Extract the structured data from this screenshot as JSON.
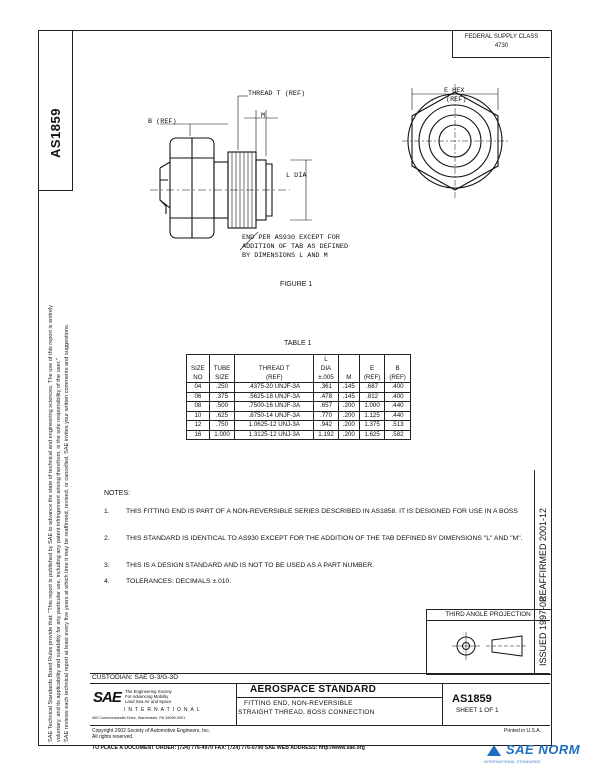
{
  "document": {
    "number": "AS1859",
    "federal_supply_class_label": "FEDERAL SUPPLY CLASS",
    "federal_supply_class_value": "4730",
    "issued": "ISSUED 1997-02",
    "reaffirmed": "REAFFIRMED 2001-12"
  },
  "disclaimer": {
    "line1": "SAE Technical Standards Board Rules provide that: \"This report is published by SAE to advance the state of technical and engineering sciences. The use of this report is entirely",
    "line2": "voluntary, and its applicability and suitability for any particular use, including any patent infringement arising therefrom, is the sole responsibility of the user.\"",
    "line3": "SAE reviews each technical report at least every five years at which time it may be reaffirmed, revised, or cancelled. SAE invites your written comments and suggestions."
  },
  "figure": {
    "label": "FIGURE 1",
    "thread_t_ref": "THREAD T (REF)",
    "b_ref": "B (REF)",
    "m": "M",
    "l_dia": "L DIA",
    "end_note_1": "END PER AS930 EXCEPT FOR",
    "end_note_2": "ADDITION OF TAB AS DEFINED",
    "end_note_3": "BY DIMENSIONS L AND M",
    "e_hex_1": "E HEX",
    "e_hex_2": "(REF)"
  },
  "table": {
    "title": "TABLE 1",
    "headers": {
      "size": [
        "SIZE",
        "NO"
      ],
      "tube": [
        "TUBE",
        "SIZE"
      ],
      "thread": [
        "THREAD T",
        "(REF)"
      ],
      "l": [
        "L",
        "DIA",
        "±.005"
      ],
      "m": [
        "M"
      ],
      "e": [
        "E",
        "(REF)"
      ],
      "b": [
        "B",
        "(REF)"
      ]
    },
    "rows": [
      {
        "size": "04",
        "tube": ".250",
        "thread": ".4375-20 UNJF-3A",
        "l": ".361",
        "m": ".145",
        "e": ".687",
        "b": ".400"
      },
      {
        "size": "06",
        "tube": ".375",
        "thread": ".5625-18 UNJF-3A",
        "l": ".478",
        "m": ".145",
        "e": ".812",
        "b": ".400"
      },
      {
        "size": "08",
        "tube": ".500",
        "thread": ".7500-16 UNJF-3A",
        "l": ".657",
        "m": ".200",
        "e": "1.000",
        "b": ".440"
      },
      {
        "size": "10",
        "tube": ".625",
        "thread": ".8750-14 UNJF-3A",
        "l": ".770",
        "m": ".200",
        "e": "1.125",
        "b": ".440"
      },
      {
        "size": "12",
        "tube": ".750",
        "thread": "1.0625-12 UNJ-3A",
        "l": ".942",
        "m": ".200",
        "e": "1.375",
        "b": ".513"
      },
      {
        "size": "16",
        "tube": "1.000",
        "thread": "1.3125-12 UNJ-3A",
        "l": "1.192",
        "m": ".200",
        "e": "1.625",
        "b": ".582"
      }
    ]
  },
  "notes": {
    "heading": "NOTES:",
    "items": [
      {
        "num": "1.",
        "text": "THIS FITTING END IS PART OF A NON-REVERSIBLE SERIES DESCRIBED IN AS1858.  IT IS DESIGNED FOR USE IN A BOSS"
      },
      {
        "num": "2.",
        "text": "THIS STANDARD IS IDENTICAL TO AS930 EXCEPT FOR THE ADDITION OF THE TAB DEFINED BY DIMENSIONS \"L\" AND \"M\"."
      },
      {
        "num": "3.",
        "text": "THIS IS A DESIGN STANDARD AND IS NOT TO BE USED AS A PART NUMBER."
      },
      {
        "num": "4.",
        "text": "TOLERANCES:  DECIMALS ±.010."
      }
    ]
  },
  "projection": {
    "title": "THIRD ANGLE  PROJECTION"
  },
  "title_block": {
    "custodian": "CUSTODIAN:  SAE G-3/G-3D",
    "category": "AEROSPACE STANDARD",
    "title_line1": "FITTING END, NON-REVERSIBLE",
    "title_line2": "STRAIGHT THREAD, BOSS CONNECTION",
    "doc_number": "AS1859",
    "sheet": "SHEET 1 OF 1",
    "sae_logo": "SAE",
    "sae_tagline_1": "The Engineering Society",
    "sae_tagline_2": "For Advancing Mobility",
    "sae_tagline_3": "Land Sea Air and Space",
    "sae_international": "INTERNATIONAL",
    "sae_address": "400 Commonwealth Drive, Warrendale, PA 15096-0001",
    "copyright_1": "Copyright 2002 Society of Automotive Engineers, Inc.",
    "copyright_2": "All rights reserved.",
    "printed": "Printed in U.S.A.",
    "order_contact": "TO PLACE A DOCUMENT ORDER:  (724) 776-4970     FAX: (724) 776-0790     SAE WEB ADDRESS:  http://www.sae.org"
  },
  "watermark": {
    "brand": "SAE NORM",
    "sub": "INTERNATIONAL STANDARDS"
  }
}
